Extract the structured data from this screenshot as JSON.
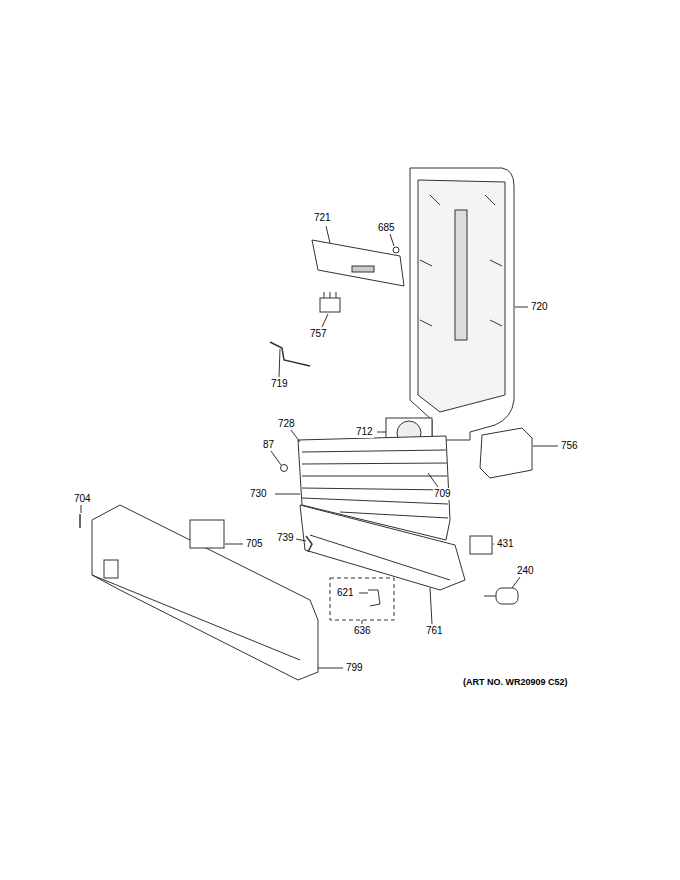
{
  "diagram": {
    "labels": [
      "721",
      "685",
      "720",
      "757",
      "719",
      "728",
      "712",
      "87",
      "756",
      "709",
      "704",
      "730",
      "705",
      "739",
      "431",
      "621",
      "240",
      "636",
      "761",
      "799",
      "(ART NO. WR20909 C52)"
    ]
  }
}
